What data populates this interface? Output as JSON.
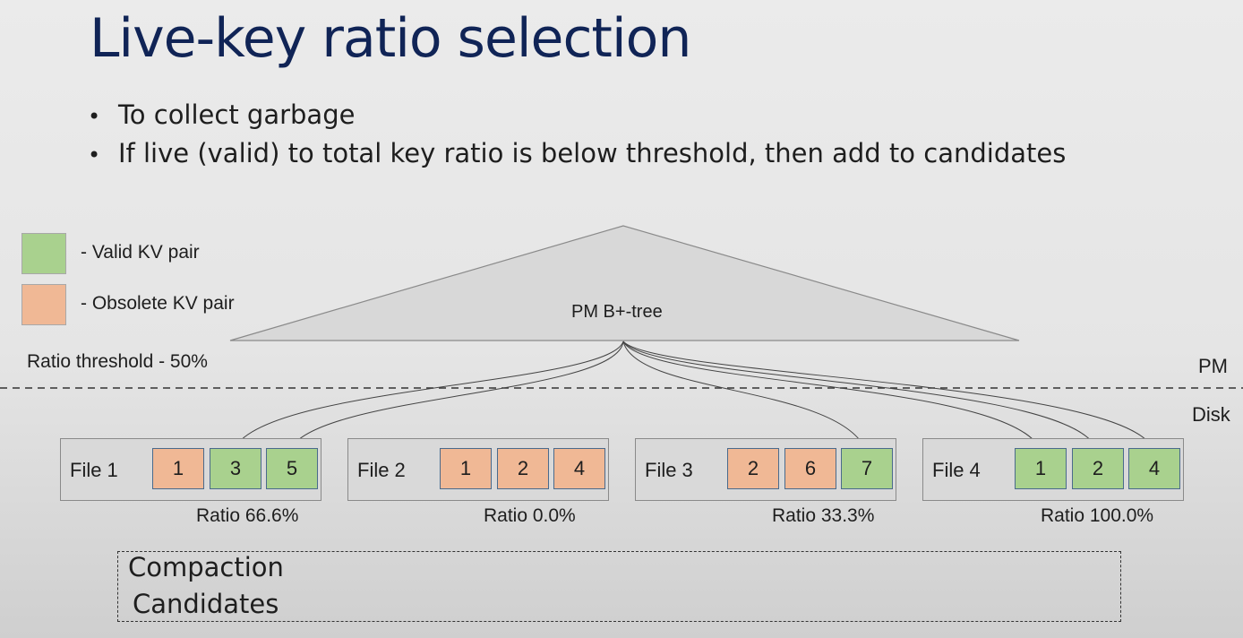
{
  "title": "Live-key ratio selection",
  "bullets": [
    "To collect garbage",
    "If live (valid) to total key ratio is below threshold, then add to candidates"
  ],
  "legend": {
    "valid_label": "- Valid KV pair",
    "obsolete_label": "- Obsolete KV pair"
  },
  "threshold_label": "Ratio threshold - 50%",
  "tree_label": "PM B+-tree",
  "tier_labels": {
    "pm": "PM",
    "disk": "Disk"
  },
  "colors": {
    "valid": "#a9d18e",
    "obsolete": "#f0b895",
    "title": "#102456"
  },
  "files": [
    {
      "name": "File 1",
      "ratio": "Ratio 66.6%",
      "keys": [
        {
          "key": "1",
          "status": "obsolete"
        },
        {
          "key": "3",
          "status": "valid"
        },
        {
          "key": "5",
          "status": "valid"
        }
      ]
    },
    {
      "name": "File 2",
      "ratio": "Ratio 0.0%",
      "keys": [
        {
          "key": "1",
          "status": "obsolete"
        },
        {
          "key": "2",
          "status": "obsolete"
        },
        {
          "key": "4",
          "status": "obsolete"
        }
      ]
    },
    {
      "name": "File 3",
      "ratio": "Ratio 33.3%",
      "keys": [
        {
          "key": "2",
          "status": "obsolete"
        },
        {
          "key": "6",
          "status": "obsolete"
        },
        {
          "key": "7",
          "status": "valid"
        }
      ]
    },
    {
      "name": "File 4",
      "ratio": "Ratio 100.0%",
      "keys": [
        {
          "key": "1",
          "status": "valid"
        },
        {
          "key": "2",
          "status": "valid"
        },
        {
          "key": "4",
          "status": "valid"
        }
      ]
    }
  ],
  "candidates": {
    "line1": "Compaction",
    "line2": "Candidates"
  }
}
